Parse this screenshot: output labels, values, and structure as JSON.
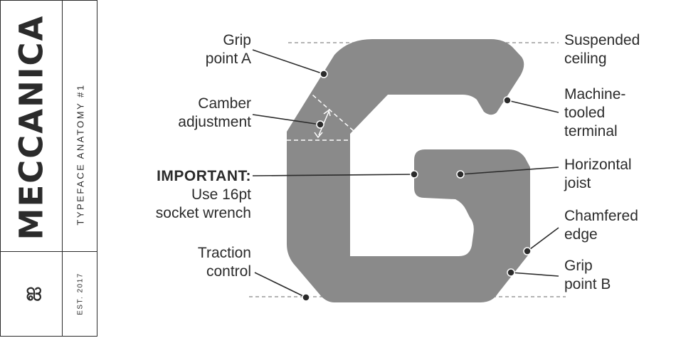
{
  "sidebar": {
    "brand": "MECCANICA",
    "subtitle": "TYPEFACE ANATOMY #1",
    "logo_glyph": "ஐ",
    "est": "EST. 2017"
  },
  "colors": {
    "glyph_fill": "#8a8a8a",
    "ink": "#2b2b2b",
    "guide": "#888888",
    "background": "#ffffff"
  },
  "labels": {
    "grip_point_a": [
      "Grip",
      "point A"
    ],
    "camber_adjustment": [
      "Camber",
      "adjustment"
    ],
    "important_title": "IMPORTANT:",
    "important_body": [
      "Use 16pt",
      "socket wrench"
    ],
    "traction_control": [
      "Traction",
      "control"
    ],
    "suspended_ceiling": [
      "Suspended",
      "ceiling"
    ],
    "machine_tooled_terminal": [
      "Machine-",
      "tooled",
      "terminal"
    ],
    "horizontal_joist": [
      "Horizontal",
      "joist"
    ],
    "chamfered_edge": [
      "Chamfered",
      "edge"
    ],
    "grip_point_b": [
      "Grip",
      "point B"
    ]
  }
}
